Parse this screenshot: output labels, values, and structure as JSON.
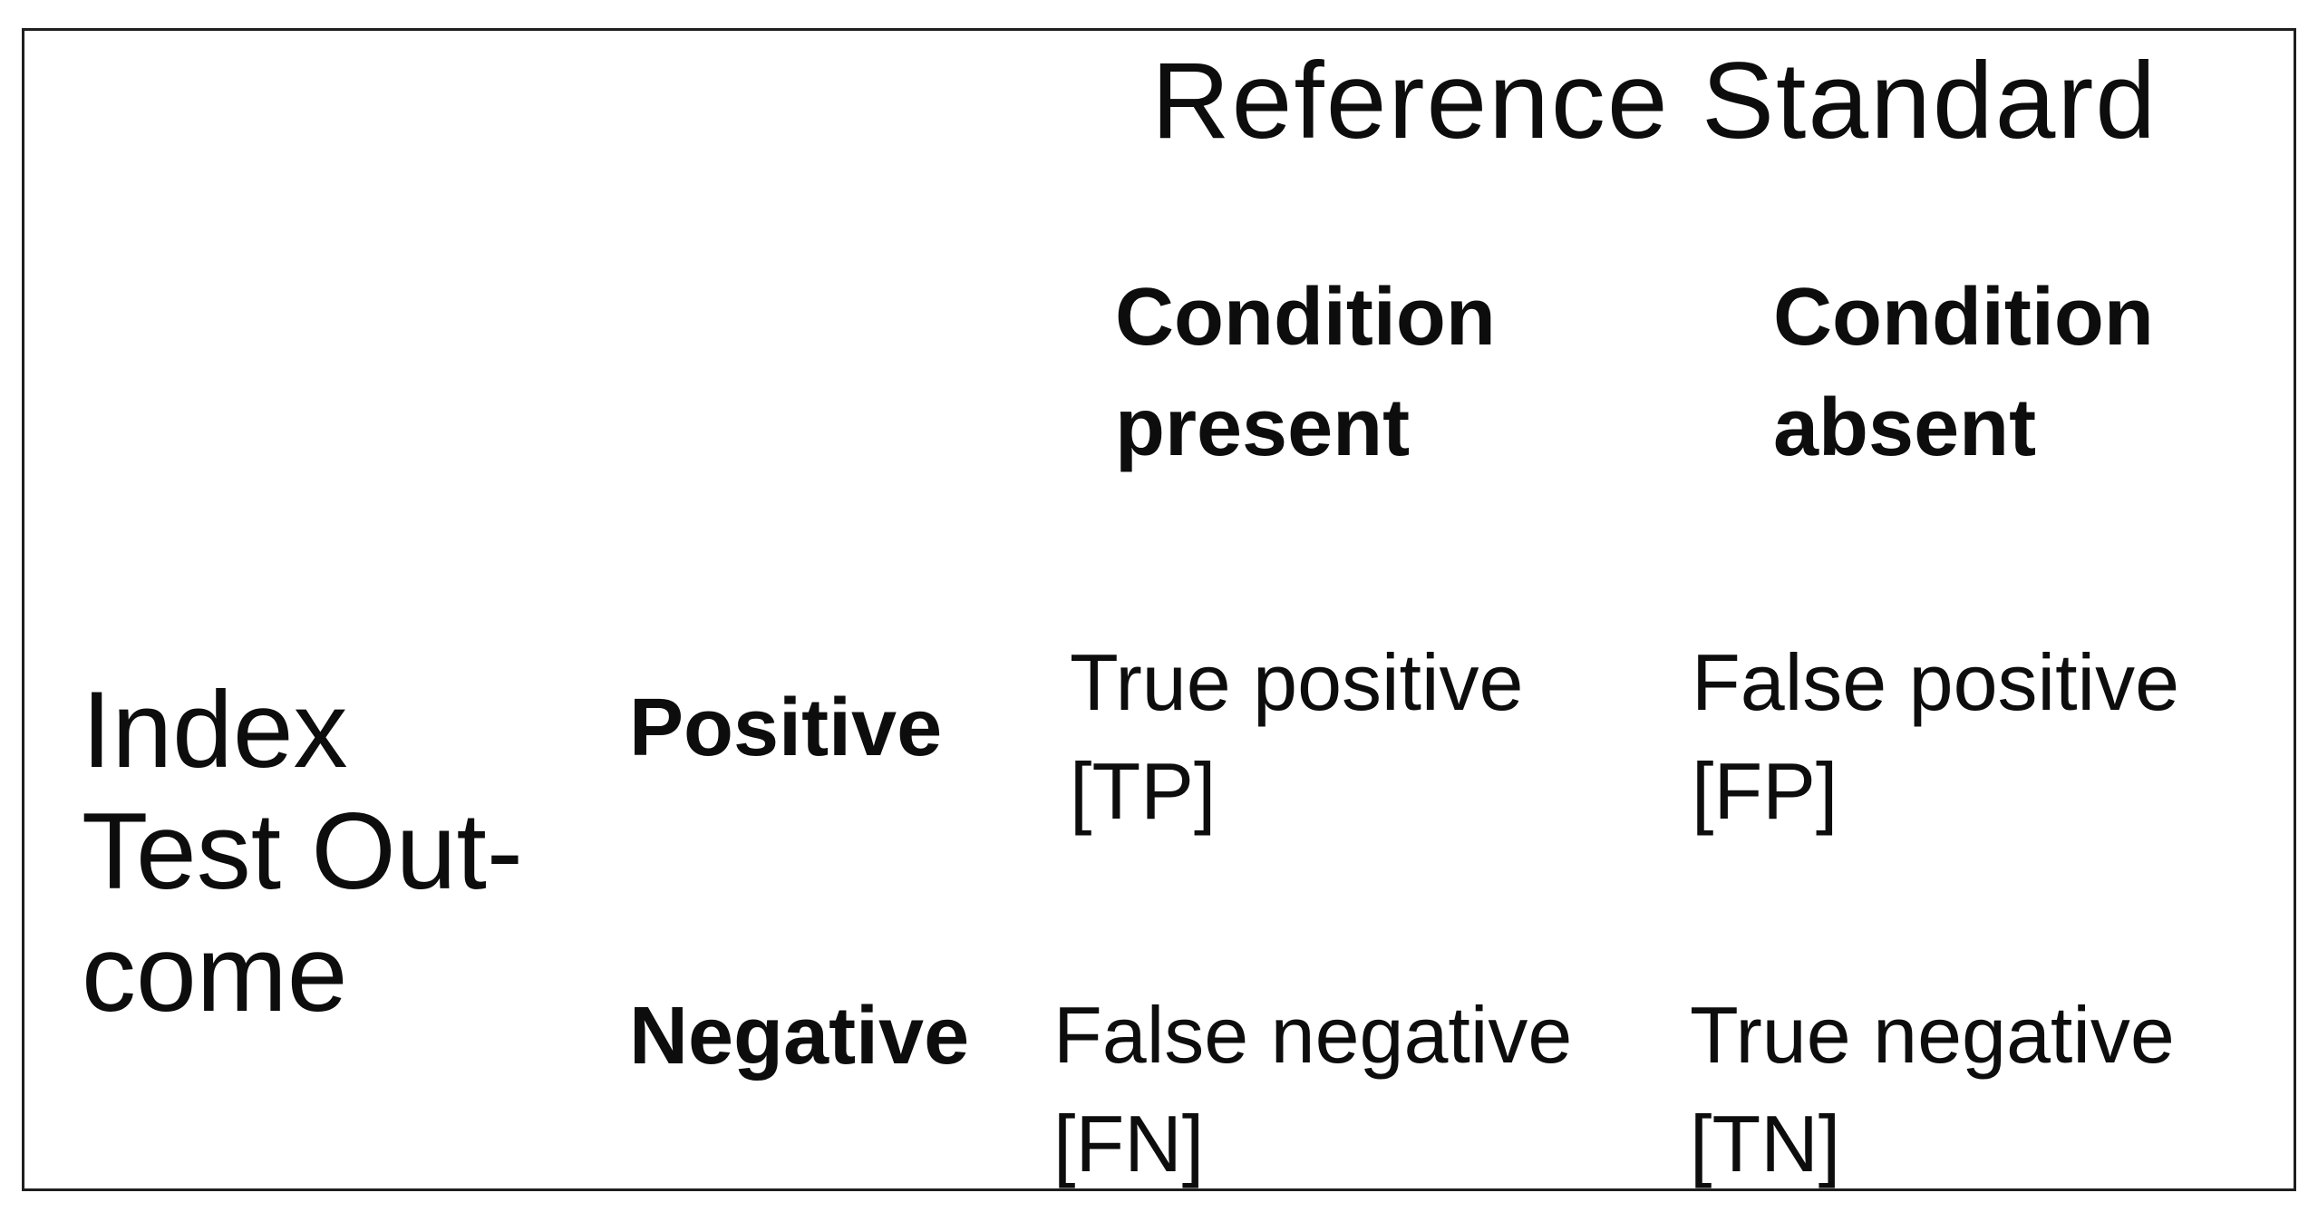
{
  "table": {
    "title": "Reference Standard",
    "row_group_label": "Index\nTest Out-\ncome",
    "columns": [
      {
        "label": "Condition\npresent"
      },
      {
        "label": "Condition\nabsent"
      }
    ],
    "rows": [
      {
        "label": "Positive",
        "cells": [
          "True positive\n[TP]",
          "False positive\n[FP]"
        ]
      },
      {
        "label": "Negative",
        "cells": [
          "False negative\n[FN]",
          "True negative\n[TN]"
        ]
      }
    ]
  },
  "colors": {
    "background": "#ffffff",
    "text": "#0d0d0d",
    "frame": "#1f1f1f"
  }
}
